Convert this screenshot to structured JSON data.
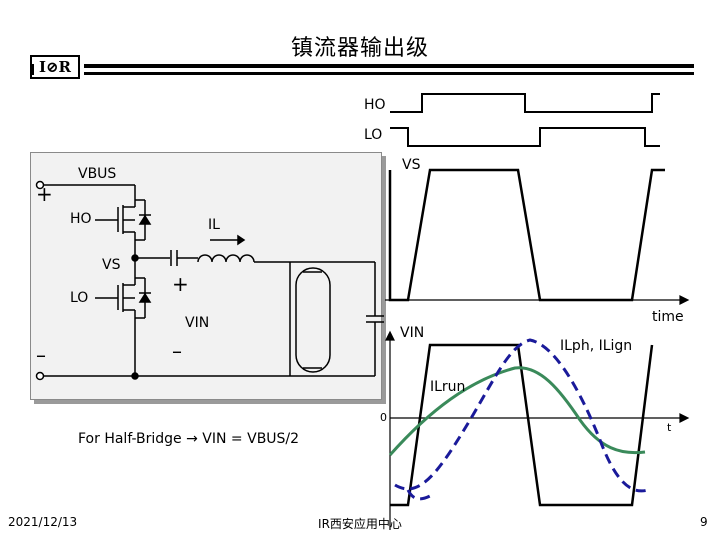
{
  "title": "镇流器输出级",
  "logo_text": "I⊘R",
  "circuit": {
    "vbus": "VBUS",
    "ho": "HO",
    "vs": "VS",
    "lo": "LO",
    "il": "IL",
    "vin": "VIN",
    "plus_top": "+",
    "minus_bottom": "–",
    "plus_mid": "+",
    "minus_mid": "–"
  },
  "waveform_labels": {
    "ho": "HO",
    "lo": "LO",
    "vs": "VS",
    "time": "time",
    "vin": "VIN",
    "ilph": "ILph, ILign",
    "ilrun": "ILrun",
    "origin": "0",
    "t": "t"
  },
  "note": "For Half-Bridge → VIN = VBUS/2",
  "footer": {
    "date": "2021/12/13",
    "center": "IR西安应用中心",
    "page": "9"
  },
  "colors": {
    "panel_bg": "#f2f2f2",
    "panel_shadow": "#9a9a9a",
    "sine_green": "#3a8a5a",
    "resonant_blue": "#1a1a9a",
    "wire": "#000000"
  }
}
